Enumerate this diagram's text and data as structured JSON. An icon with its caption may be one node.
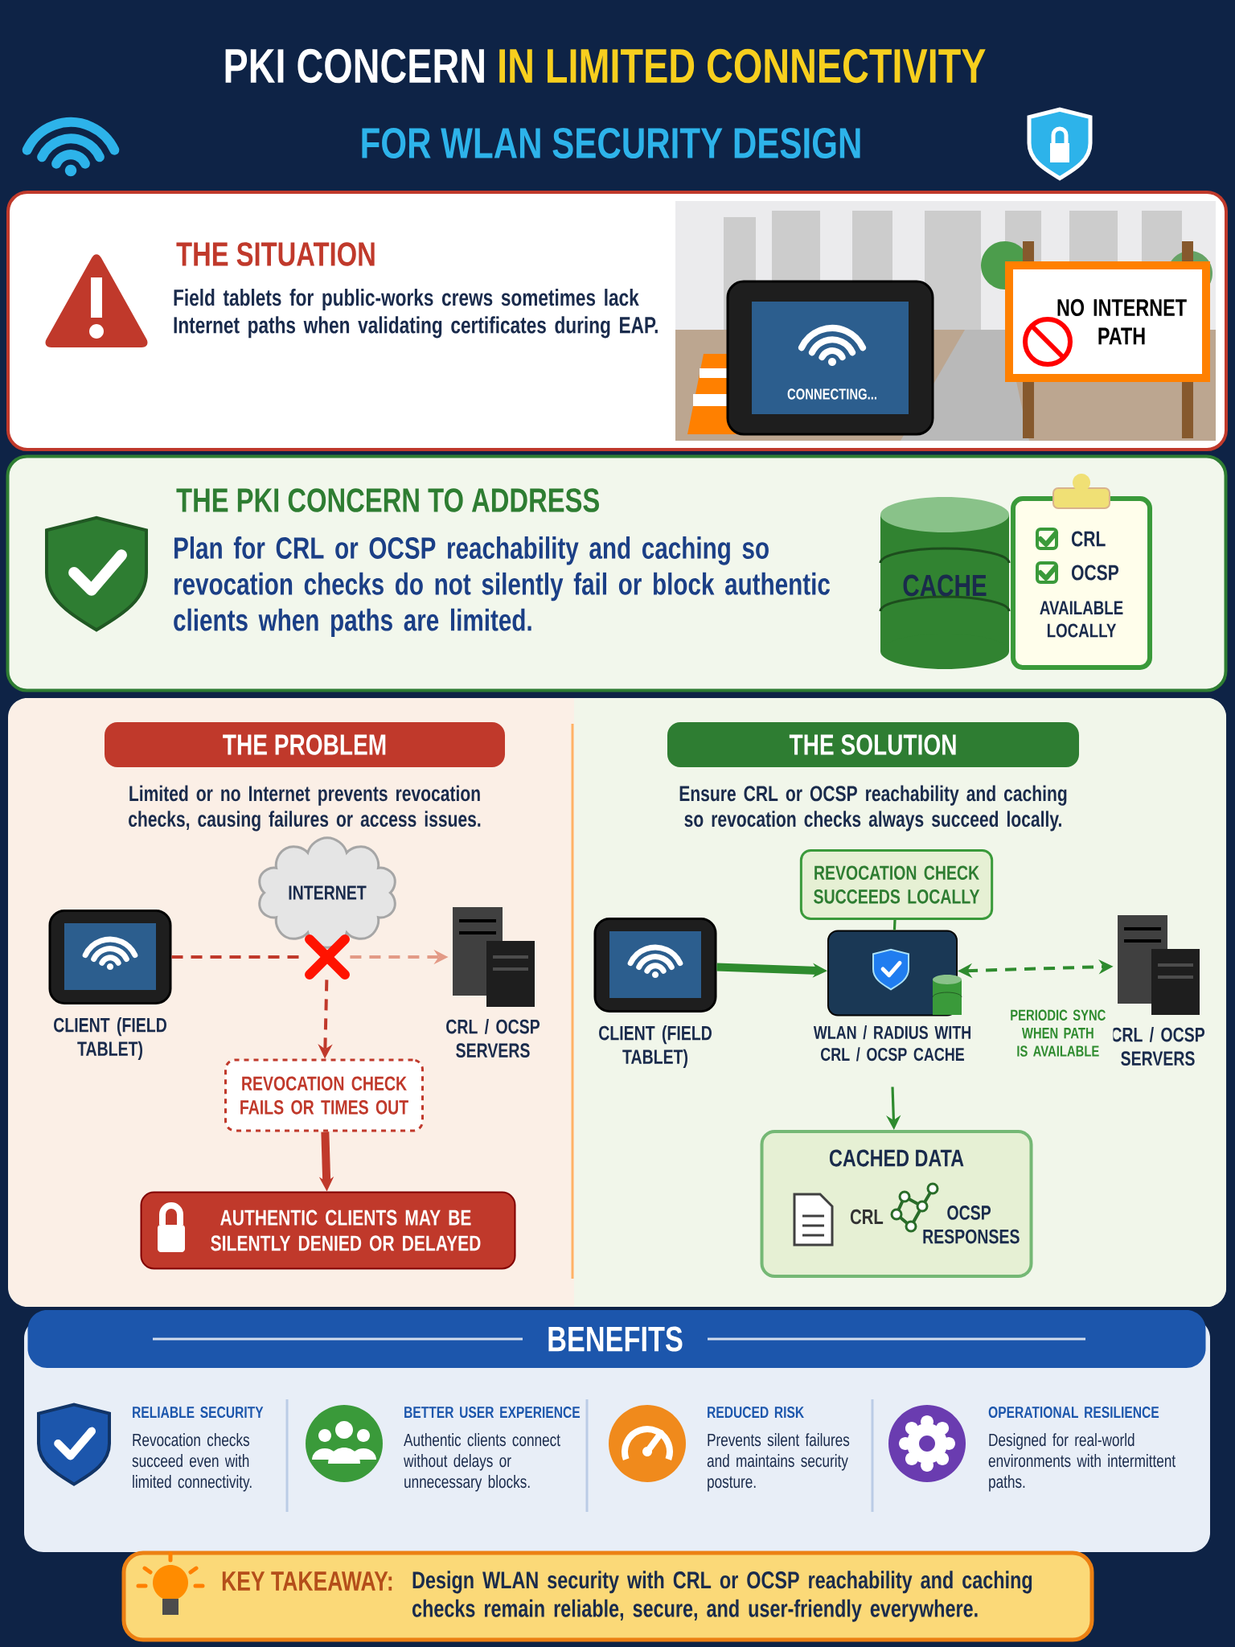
{
  "diagram": {
    "nodes": [
      {
        "text": [
          "THE SITUATION",
          "Field tablets for public-works crews sometimes lack Internet paths when validating certificates during EAP."
        ]
      },
      {
        "text": [
          "THE PKI CONCERN TO ADDRESS",
          "Plan for CRL or OCSP reachability and caching so revocation checks do not silently fail or block authentic clients when paths are limited."
        ]
      },
      {
        "text": [
          "CACHE"
        ],
        "in": 1
      },
      {
        "text": [
          "CRL",
          "OCSP",
          "AVAILABLE LOCALLY"
        ],
        "in": 1
      },
      {
        "text": [
          "THE PROBLEM"
        ]
      },
      {
        "text": [
          "CLIENT (FIELD TABLET)"
        ]
      },
      {
        "text": [
          "INTERNET"
        ]
      },
      {
        "text": [],
        "shape": "cross"
      },
      {
        "text": [
          "CRL / OCSP SERVERS"
        ]
      },
      {
        "text": [
          "REVOCATION CHECK FAILS OR TIMES OUT"
        ]
      },
      {
        "text": [
          "AUTHENTIC CLIENTS MAY BE SILENTLY DENIED OR DELAYED"
        ]
      },
      {
        "text": [
          "THE SOLUTION"
        ]
      },
      {
        "text": [
          "REVOCATION CHECK SUCCEEDS LOCALLY"
        ]
      },
      {
        "text": [
          "CLIENT (FIELD TABLET)"
        ]
      },
      {
        "text": [
          "WLAN / RADIUS WITH CRL / OCSP CACHE"
        ]
      },
      {
        "text": [
          "CRL / OCSP SERVERS"
        ]
      },
      {
        "text": [
          "CACHED DATA",
          "CRL",
          "OCSP RESPONSES"
        ]
      },
      {
        "text": [
          "BENEFITS"
        ]
      },
      {
        "text": [
          "KEY TAKEAWAY:",
          "Design WLAN security with CRL or OCSP reachability and caching checks remain reliable, secure, and user-friendly everywhere."
        ]
      }
    ],
    "edges": [
      {
        "from": 5,
        "to": 7,
        "arrow": "none",
        "style": "dashed",
        "color": "#c0392b"
      },
      {
        "from": 7,
        "to": 8,
        "arrow": "to",
        "style": "dashed",
        "color": "#e39a86"
      },
      {
        "from": 7,
        "to": 9,
        "arrow": "to",
        "style": "dashed",
        "color": "#c0392b"
      },
      {
        "from": 9,
        "to": 10,
        "arrow": "to",
        "style": "thick",
        "color": "#c0392b"
      },
      {
        "from": 13,
        "to": 14,
        "arrow": "to",
        "style": "thick",
        "color": "#2e8b2e"
      },
      {
        "from": 12,
        "to": 14,
        "arrow": "none",
        "color": "#2e8b2e"
      },
      {
        "from": 14,
        "to": 15,
        "arrow": "both",
        "style": "dashed",
        "color": "#2e8b2e",
        "label": "PERIODIC SYNC WHEN PATH IS AVAILABLE"
      },
      {
        "from": 14,
        "to": 16,
        "arrow": "to",
        "color": "#2e8b2e"
      }
    ],
    "labels": [
      "PKI CONCERN",
      "IN LIMITED CONNECTIVITY",
      "FOR WLAN SECURITY DESIGN",
      "CONNECTING...",
      "NO INTERNET PATH",
      "Limited or no Internet prevents revocation checks, causing failures or access issues.",
      "Ensure CRL or OCSP reachability and caching so revocation checks always succeed locally.",
      "RELIABLE SECURITY",
      "Revocation checks succeed even with limited connectivity.",
      "BETTER USER EXPERIENCE",
      "Authentic clients connect without delays or unnecessary blocks.",
      "REDUCED RISK",
      "Prevents silent failures and maintains security posture.",
      "OPERATIONAL RESILIENCE",
      "Designed for real-world environments with intermittent paths."
    ]
  }
}
